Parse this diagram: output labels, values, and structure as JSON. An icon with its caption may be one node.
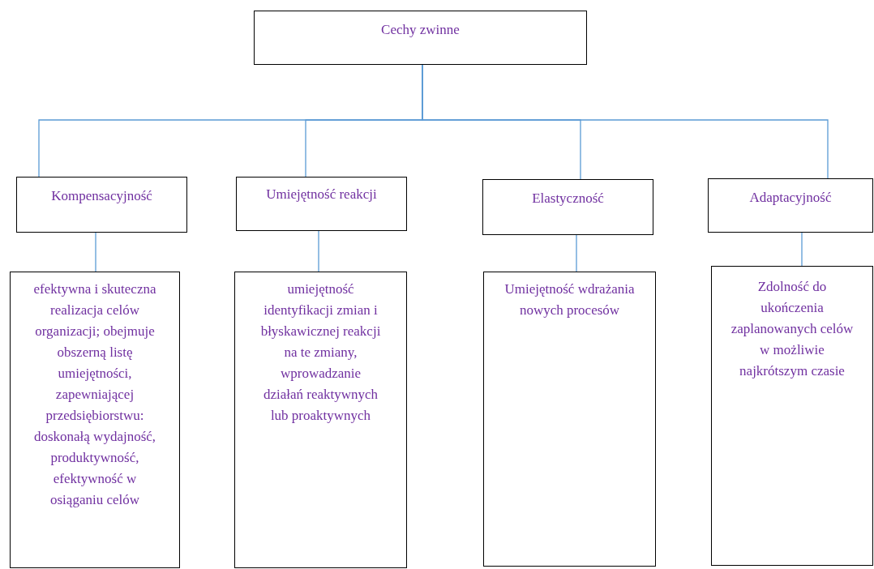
{
  "diagram": {
    "nodes": [
      {
        "text": [
          "Cechy zwinne"
        ]
      },
      {
        "text": [
          "Kompensacyjność"
        ]
      },
      {
        "text": [
          "Umiejętność reakcji"
        ]
      },
      {
        "text": [
          "Elastyczność"
        ]
      },
      {
        "text": [
          "Adaptacyjność"
        ]
      },
      {
        "text": [
          "efektywna i skuteczna realizacja celów organizacji; obejmuje obszerną listę umiejętności, zapewniającej przedsiębiorstwu: doskonałą wydajność, produktywność, efektywność w osiąganiu celów"
        ]
      },
      {
        "text": [
          "umiejętność identyfikacji zmian i błyskawicznej reakcji na te zmiany, wprowadzanie działań reaktywnych lub proaktywnych"
        ]
      },
      {
        "text": [
          "Umiejętność wdrażania nowych procesów"
        ]
      },
      {
        "text": [
          "Zdolność do ukończenia zaplanowanych celów w możliwie najkrótszym czasie"
        ]
      }
    ],
    "edges": [
      {
        "from": 0,
        "to": 1,
        "arrow": "none"
      },
      {
        "from": 0,
        "to": 2,
        "arrow": "none"
      },
      {
        "from": 0,
        "to": 3,
        "arrow": "none"
      },
      {
        "from": 0,
        "to": 4,
        "arrow": "none"
      },
      {
        "from": 1,
        "to": 5,
        "arrow": "none"
      },
      {
        "from": 2,
        "to": 6,
        "arrow": "none"
      },
      {
        "from": 3,
        "to": 7,
        "arrow": "none"
      },
      {
        "from": 4,
        "to": 8,
        "arrow": "none"
      }
    ]
  }
}
